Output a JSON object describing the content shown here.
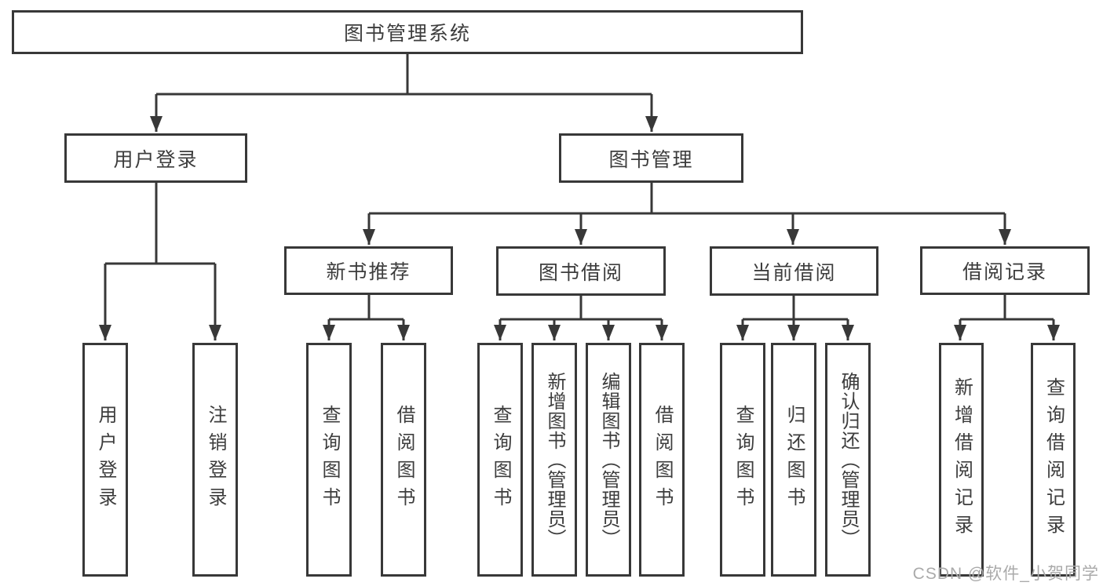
{
  "diagram": {
    "root": {
      "label": "图书管理系统"
    },
    "branches": [
      {
        "label": "用户登录",
        "children": [
          {
            "label": "用户登录"
          },
          {
            "label": "注销登录"
          }
        ]
      },
      {
        "label": "图书管理",
        "sections": [
          {
            "label": "新书推荐",
            "children": [
              {
                "label": "查询图书"
              },
              {
                "label": "借阅图书"
              }
            ]
          },
          {
            "label": "图书借阅",
            "children": [
              {
                "label": "查询图书"
              },
              {
                "label": "新增图书（管理员）"
              },
              {
                "label": "编辑图书（管理员）"
              },
              {
                "label": "借阅图书"
              }
            ]
          },
          {
            "label": "当前借阅",
            "children": [
              {
                "label": "查询图书"
              },
              {
                "label": "归还图书"
              },
              {
                "label": "确认归还（管理员）"
              }
            ]
          },
          {
            "label": "借阅记录",
            "children": [
              {
                "label": "新增借阅记录"
              },
              {
                "label": "查询借阅记录"
              }
            ]
          }
        ]
      }
    ]
  },
  "watermark": {
    "text": "CSDN @软件_小贺同学"
  },
  "colors": {
    "line": "#383838",
    "box_border": "#383838",
    "text": "#3d3d3d",
    "watermark": "#aaaaaa",
    "background": "#ffffff"
  }
}
